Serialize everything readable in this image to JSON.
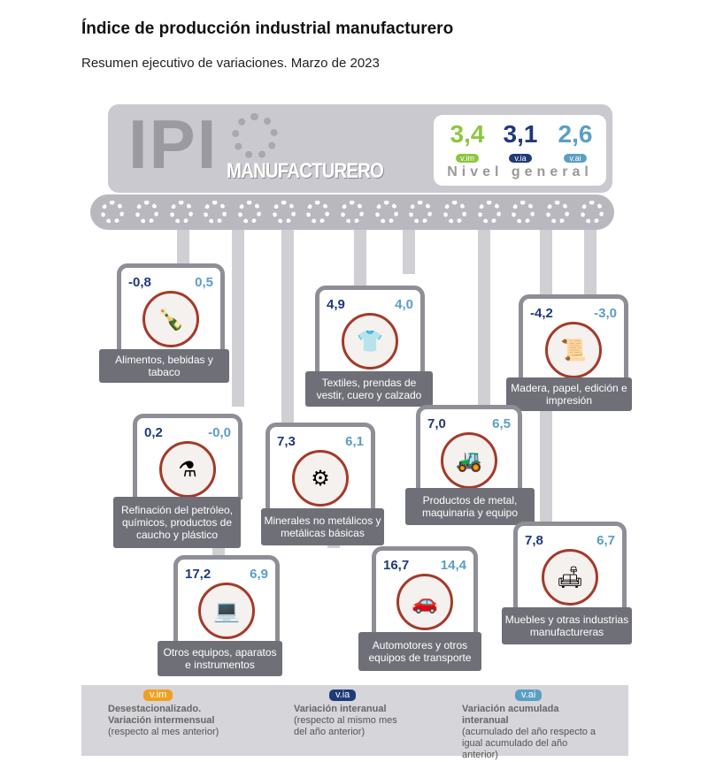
{
  "title": "Índice de producción industrial manufacturero",
  "subtitle": "Resumen ejecutivo de variaciones. Marzo de 2023",
  "logo": {
    "ipi": "IPI",
    "manufacturero": "MANUFACTURERO"
  },
  "general": {
    "vim": "3,4",
    "via": "3,1",
    "vai": "2,6",
    "label": "Nivel general"
  },
  "badges": {
    "vim": "v.im",
    "via": "v.ia",
    "vai": "v.ai"
  },
  "colors": {
    "vim": "#8dc63f",
    "via": "#1f3a78",
    "vai": "#5b9ec4",
    "legend_vim": "#f0a020"
  },
  "sectors": [
    {
      "via": "-0,8",
      "vai": "0,5",
      "label": "Alimentos, bebidas y tabaco",
      "icon": "bottle-bread-icon"
    },
    {
      "via": "4,9",
      "vai": "4,0",
      "label": "Textiles, prendas de vestir, cuero y calzado",
      "icon": "clothes-icon"
    },
    {
      "via": "-4,2",
      "vai": "-3,0",
      "label": "Madera, papel, edición e impresión",
      "icon": "paper-icon"
    },
    {
      "via": "0,2",
      "vai": "-0,0",
      "label": "Refinación del petróleo, químicos, productos de caucho y plástico",
      "icon": "refinery-icon"
    },
    {
      "via": "7,3",
      "vai": "6,1",
      "label": "Minerales no metálicos y metálicas básicas",
      "icon": "cement-mixer-icon"
    },
    {
      "via": "7,0",
      "vai": "6,5",
      "label": "Productos de metal, maquinaria y equipo",
      "icon": "tractor-icon"
    },
    {
      "via": "17,2",
      "vai": "6,9",
      "label": "Otros equipos, aparatos e instrumentos",
      "icon": "computer-icon"
    },
    {
      "via": "16,7",
      "vai": "14,4",
      "label": "Automotores y otros equipos de transporte",
      "icon": "car-icon"
    },
    {
      "via": "7,8",
      "vai": "6,7",
      "label": "Muebles y otras industrias manufactureras",
      "icon": "furniture-icon"
    }
  ],
  "legend": [
    {
      "badge": "v.im",
      "title": "Desestacionalizado. Variación intermensual",
      "note": "(respecto al mes anterior)"
    },
    {
      "badge": "v.ia",
      "title": "Variación interanual",
      "note": "(respecto al mismo mes del año anterior)"
    },
    {
      "badge": "v.ai",
      "title": "Variación acumulada interanual",
      "note": "(acumulado del año respecto a igual acumulado del año anterior)"
    }
  ]
}
